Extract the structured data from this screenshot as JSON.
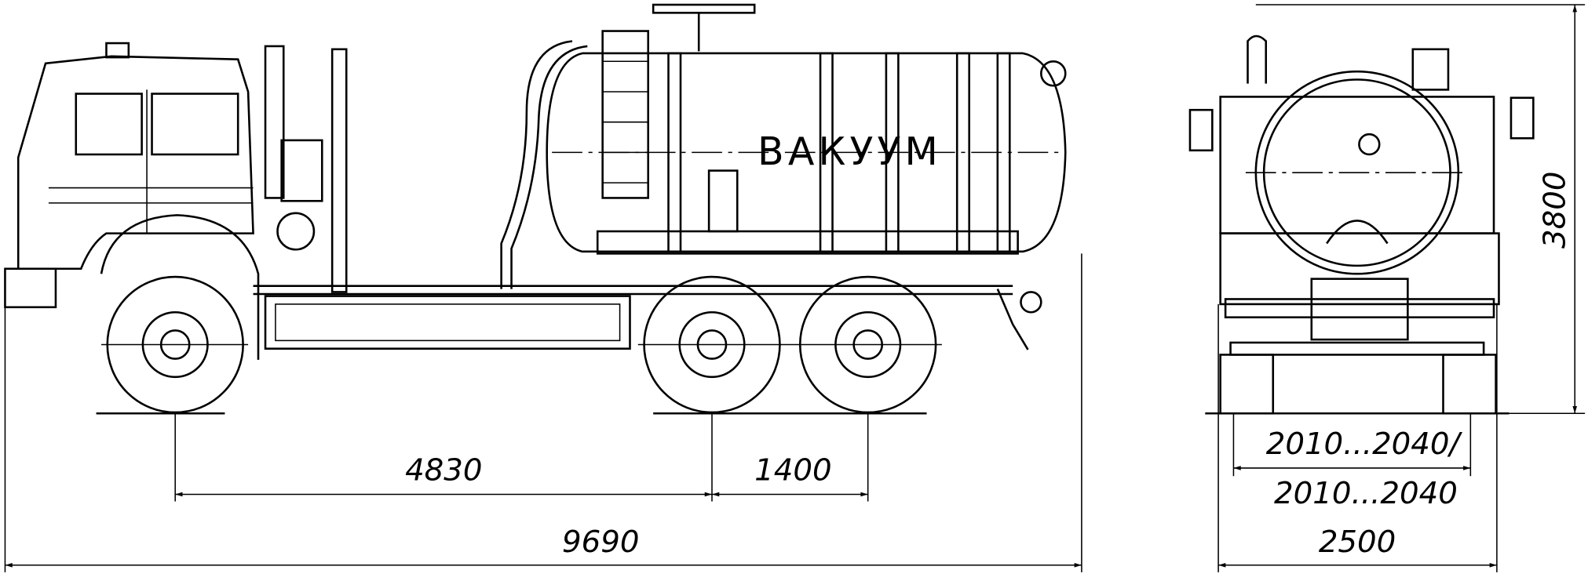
{
  "tank_label": "ВАКУУМ",
  "dimensions": {
    "wheelbase_front_to_rear": "4830",
    "rear_axle_spacing": "1400",
    "overall_length": "9690",
    "track_front": "2010...2040/",
    "track_rear": "2010...2040",
    "overall_width": "2500",
    "overall_height": "3800"
  }
}
